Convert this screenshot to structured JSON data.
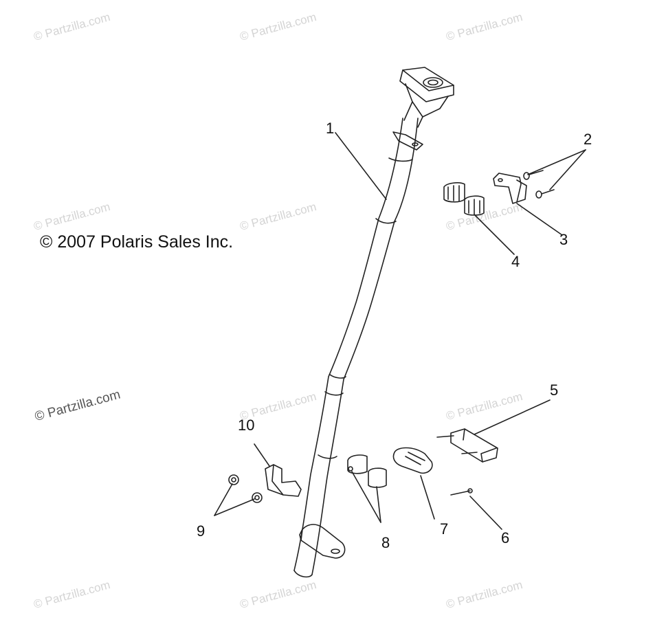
{
  "copyright": "© 2007 Polaris Sales Inc.",
  "watermark": "© Partzilla.com",
  "callouts": [
    "1",
    "2",
    "3",
    "4",
    "5",
    "6",
    "7",
    "8",
    "9",
    "10"
  ],
  "colors": {
    "line": "#222222",
    "watermark": "#d4d4d4"
  }
}
